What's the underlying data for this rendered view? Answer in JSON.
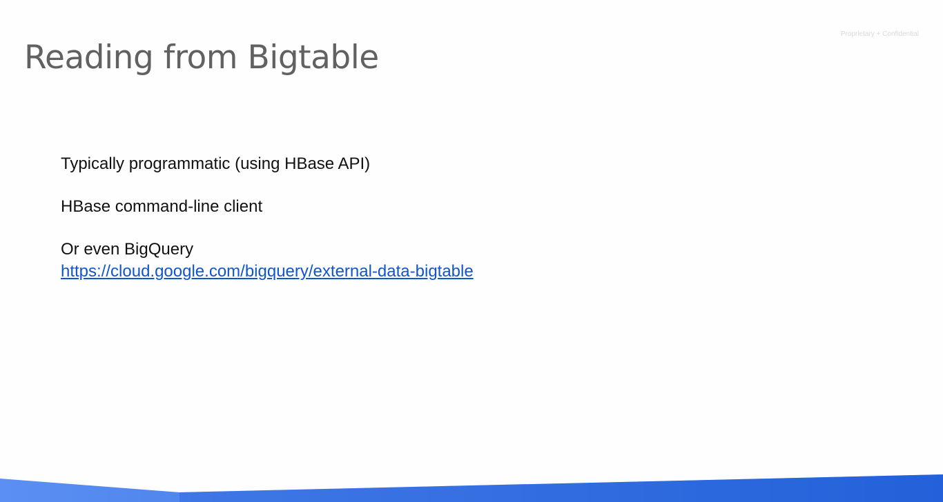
{
  "slide": {
    "confidential_label": "Proprietary + Confidential",
    "title": "Reading from Bigtable",
    "bullets": [
      "Typically programmatic (using HBase API)",
      "HBase command-line client",
      "Or even BigQuery"
    ],
    "link": "https://cloud.google.com/bigquery/external-data-bigtable"
  },
  "colors": {
    "title": "#616161",
    "link": "#1155cc",
    "band_light": "#5a8ef0",
    "band_dark": "#1f5fd6"
  }
}
